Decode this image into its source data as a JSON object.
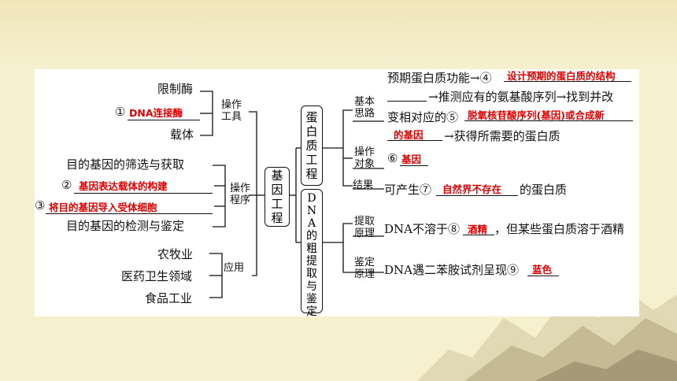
{
  "center": "基因工程",
  "left": {
    "tools": {
      "label": "操作工具",
      "items": [
        "限制酶",
        "①",
        "DNA连接酶",
        "载体"
      ]
    },
    "procedure": {
      "label": "操作程序",
      "items": [
        "目的基因的筛选与获取",
        "②",
        "基因表达载体的构建",
        "③",
        "将目的基因导入受体细胞",
        "目的基因的检测与鉴定"
      ]
    },
    "application": {
      "label": "应用",
      "items": [
        "农牧业",
        "医药卫生领域",
        "食品工业"
      ]
    }
  },
  "protein": {
    "title": "蛋白质工程",
    "basic": {
      "label": "基本思路",
      "line1_pre": "预期蛋白质功能→④",
      "answer4": "设计预期的蛋白质的结构",
      "line2": "→推测应有的氨基酸序列→找到并改",
      "line3_pre": "变相对应的⑤",
      "answer5a": "脱氧核苷酸序列(基因)或合成新",
      "answer5b": "的基因",
      "line4": "→获得所需要的蛋白质"
    },
    "object": {
      "label": "操作对象",
      "num": "⑥",
      "answer": "基因"
    },
    "result": {
      "label": "结果",
      "pre": "可产生⑦",
      "answer": "自然界不存在",
      "post": "的蛋白质"
    }
  },
  "dna": {
    "title": "DNA的粗提取与鉴定",
    "extract": {
      "label": "提取原理",
      "pre": "DNA不溶于⑧",
      "answer": "酒精",
      "post": "，但某些蛋白质溶于酒精"
    },
    "identify": {
      "label": "鉴定原理",
      "pre": "DNA遇二苯胺试剂呈现⑨",
      "answer": "蓝色"
    }
  }
}
